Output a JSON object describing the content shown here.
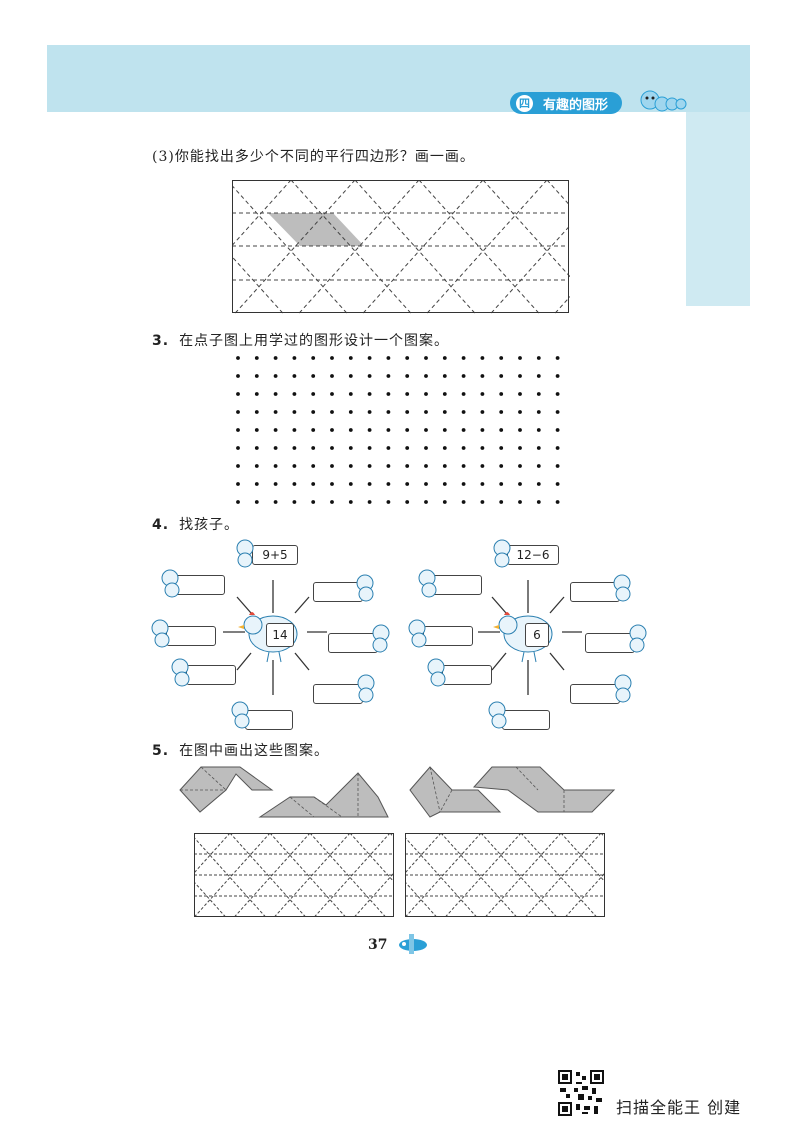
{
  "header": {
    "chapter_number": "四",
    "chapter_title": "有趣的图形"
  },
  "questions": {
    "q2_3": "(3)你能找出多少个不同的平行四边形？画一画。",
    "q3_num": "3.",
    "q3_text": "在点子图上用学过的图形设计一个图案。",
    "q4_num": "4.",
    "q4_text": "找孩子。",
    "q5_num": "5.",
    "q5_text": "在图中画出这些图案。"
  },
  "hen_left": {
    "center_value": "14",
    "top_expression": "9+5"
  },
  "hen_right": {
    "center_value": "6",
    "top_expression": "12−6"
  },
  "footer": {
    "page_number": "37",
    "scanner_watermark": "扫描全能王  创建"
  },
  "colors": {
    "header_band": "#bfe3ee",
    "chapter_badge": "#2a9fd6",
    "shape_fill": "#bdbdbd"
  }
}
